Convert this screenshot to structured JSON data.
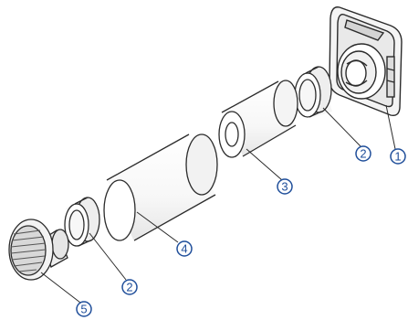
{
  "callouts": [
    {
      "id": "c1",
      "label": "1"
    },
    {
      "id": "c2a",
      "label": "2"
    },
    {
      "id": "c3",
      "label": "3"
    },
    {
      "id": "c4",
      "label": "4"
    },
    {
      "id": "c2b",
      "label": "2"
    },
    {
      "id": "c5",
      "label": "5"
    }
  ],
  "colors": {
    "line": "#2b2b2b",
    "callout_ring": "#1f4e9a",
    "callout_text": "#1f4e9a",
    "housing_fill": "#f4f4f4",
    "shade": "#c9c9c9"
  }
}
